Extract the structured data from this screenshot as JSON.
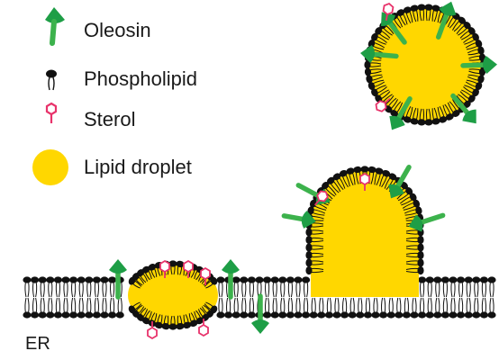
{
  "legend": {
    "oleosin": "Oleosin",
    "phospholipid": "Phospholipid",
    "sterol": "Sterol",
    "lipid_droplet": "Lipid droplet"
  },
  "er_label": "ER",
  "colors": {
    "oleosin": "#1e9e46",
    "oleosin_stem": "#3cb24c",
    "phospholipid_head": "#111111",
    "sterol": "#e8336b",
    "lipid": "#ffd700"
  },
  "icons": {
    "oleosin": "oleosin-icon",
    "phospholipid": "phospholipid-icon",
    "sterol": "sterol-icon",
    "lipid_droplet": "lipid-droplet-icon"
  }
}
